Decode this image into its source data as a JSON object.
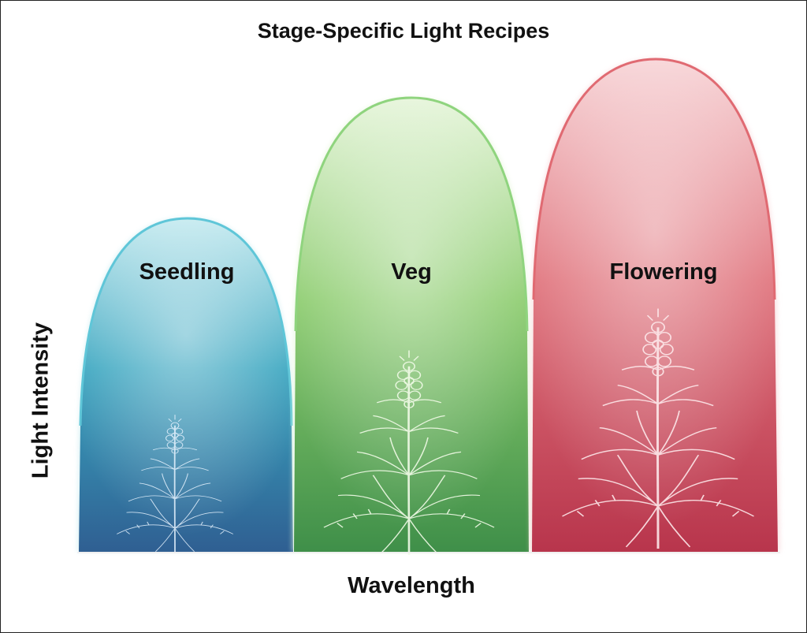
{
  "title": "Stage-Specific Light Recipes",
  "axes": {
    "x_label": "Wavelength",
    "y_label": "Light Intensity"
  },
  "stages": [
    {
      "label": "Seedling",
      "color_edge": "#5fc6d8",
      "color_light": "#bfe8ee",
      "color_mid": "#3aa6c0",
      "color_deep": "#2f5f92",
      "plant_scale": 0.62
    },
    {
      "label": "Veg",
      "color_edge": "#8fd47e",
      "color_light": "#e3f4d6",
      "color_mid": "#8ccc6e",
      "color_deep": "#3f8f49",
      "plant_scale": 0.92
    },
    {
      "label": "Flowering",
      "color_edge": "#e06a72",
      "color_light": "#f6cfd2",
      "color_mid": "#e0737c",
      "color_deep": "#b8354c",
      "plant_scale": 1.15
    }
  ]
}
